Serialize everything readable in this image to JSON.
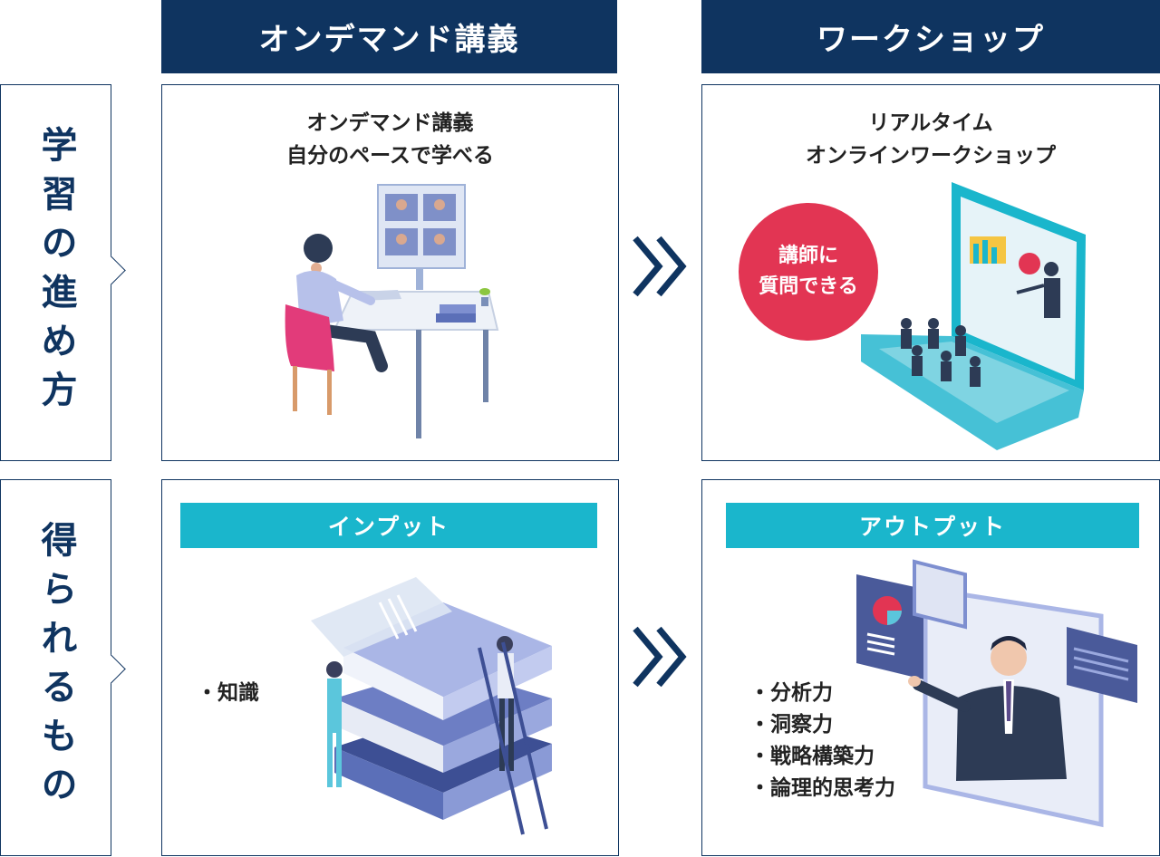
{
  "header": {
    "col1": "オンデマンド講義",
    "col2": "ワークショップ"
  },
  "rows": {
    "row1": "学習の進め方",
    "row2": "得られるもの"
  },
  "panel_ondemand": {
    "line1": "オンデマンド講義",
    "line2": "自分のペースで学べる"
  },
  "panel_workshop": {
    "line1": "リアルタイム",
    "line2": "オンラインワークショップ",
    "badge_line1": "講師に",
    "badge_line2": "質問できる"
  },
  "panel_input": {
    "label": "インプット",
    "bullets": [
      "知識"
    ]
  },
  "panel_output": {
    "label": "アウトプット",
    "bullets": [
      "分析力",
      "洞察力",
      "戦略構築力",
      "論理的思考力"
    ]
  },
  "colors": {
    "navy": "#0f3460",
    "teal": "#1ab6cc",
    "badge_red": "#e23553"
  },
  "icons": [
    "double-chevron-right-icon",
    "double-chevron-right-icon"
  ]
}
